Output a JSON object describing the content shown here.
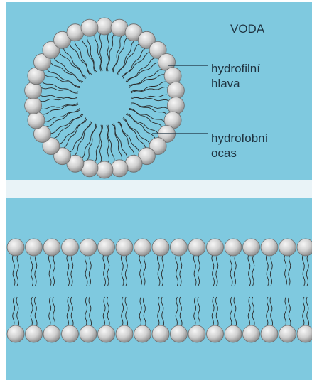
{
  "labels": {
    "water": "VODA",
    "hydrophilic_head_line1": "hydrofilní",
    "hydrophilic_head_line2": "hlava",
    "hydrophobic_tail_line1": "hydrofobní",
    "hydrophobic_tail_line2": "ocas"
  },
  "colors": {
    "water_background": "#7fc9df",
    "separator": "#e9f3f7",
    "head_light": "#f4f4f4",
    "head_dark": "#8c8c8c",
    "tail": "#2a2a2a"
  },
  "structures": {
    "micelle_head_count": 30,
    "bilayer_heads_per_leaflet": 17
  }
}
